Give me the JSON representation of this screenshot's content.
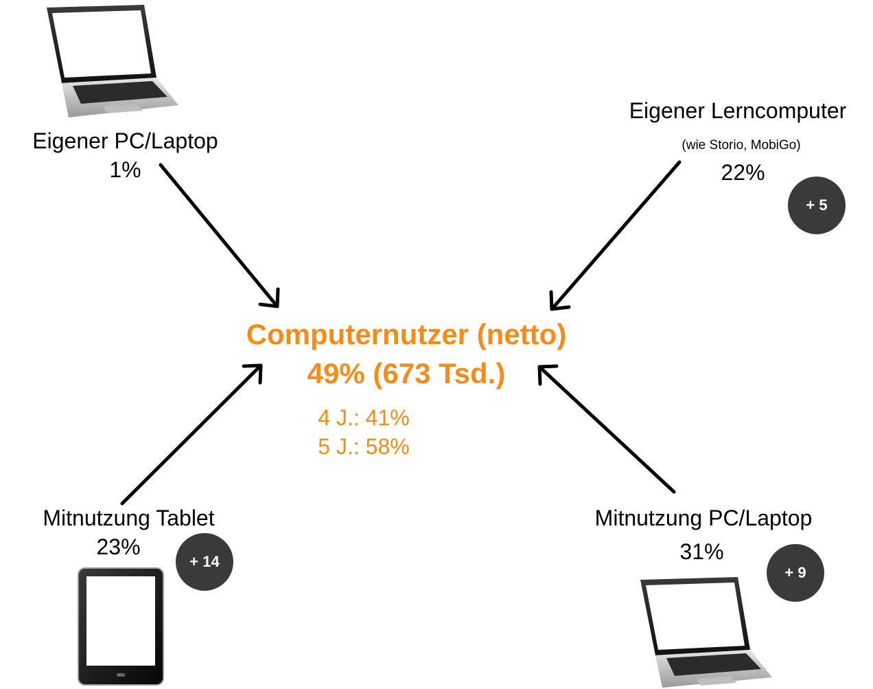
{
  "center": {
    "title": "Computernutzer (netto)",
    "value": "49% (673 Tsd.)",
    "age4": "4 J.: 41%",
    "age5": "5 J.: 58%"
  },
  "top_left": {
    "label": "Eigener PC/Laptop",
    "value": "1%",
    "image": "laptop-icon"
  },
  "top_right": {
    "label": "Eigener Lerncomputer",
    "sublabel": "(wie Storio, MobiGo)",
    "value": "22%",
    "badge": "+ 5"
  },
  "bottom_left": {
    "label": "Mitnutzung Tablet",
    "value": "23%",
    "badge": "+ 14",
    "image": "tablet-icon"
  },
  "bottom_right": {
    "label": "Mitnutzung PC/Laptop",
    "value": "31%",
    "badge": "+ 9",
    "image": "laptop-icon"
  },
  "colors": {
    "accent": "#f28c1b",
    "badge": "#3a3a3a",
    "arrow": "#000000"
  }
}
